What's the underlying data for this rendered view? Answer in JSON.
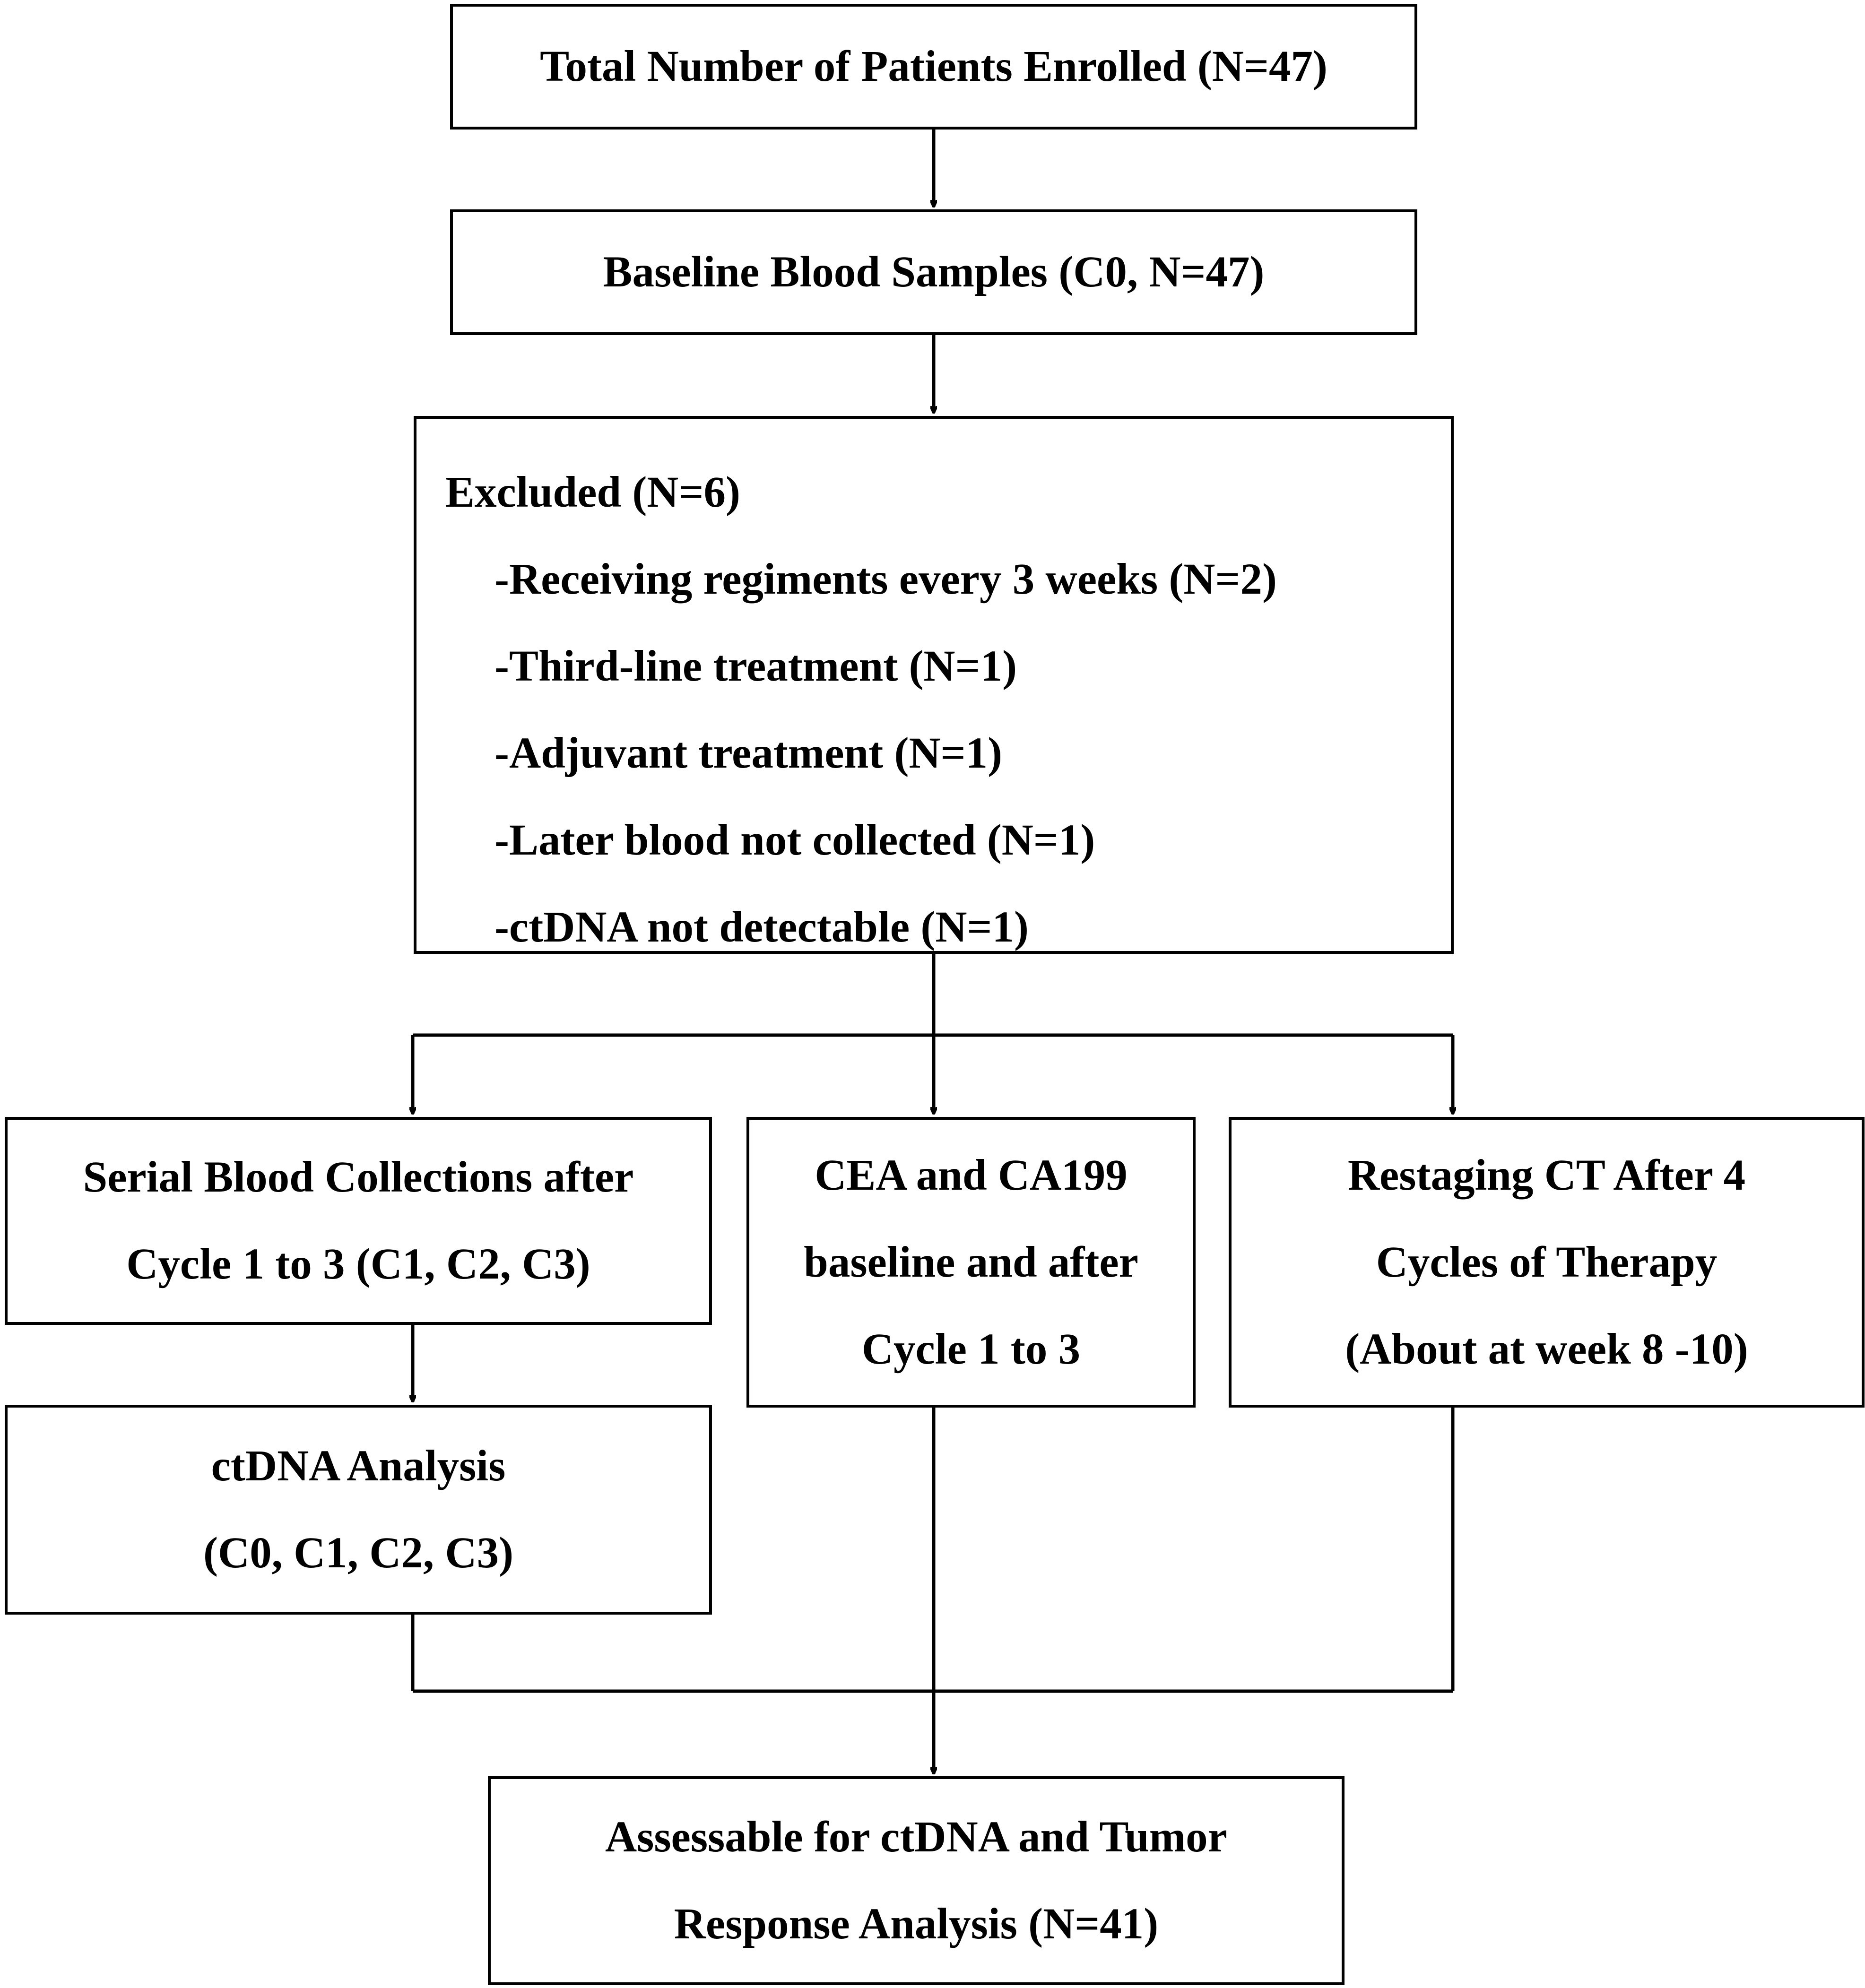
{
  "diagram": {
    "enrolled": {
      "text": "Total Number of Patients Enrolled (N=47)"
    },
    "baseline": {
      "text": "Baseline Blood Samples (C0, N=47)"
    },
    "excluded": {
      "title": "Excluded (N=6)",
      "reasons": [
        "-Receiving regiments every 3 weeks (N=2)",
        "-Third-line treatment (N=1)",
        "-Adjuvant treatment (N=1)",
        "-Later blood not collected (N=1)",
        "-ctDNA not detectable (N=1)"
      ]
    },
    "serial": {
      "lines": [
        "Serial Blood Collections after",
        "Cycle 1 to 3 (C1, C2, C3)"
      ]
    },
    "markers": {
      "lines": [
        "CEA and CA199",
        "baseline and after",
        "Cycle 1 to 3"
      ]
    },
    "restaging": {
      "lines": [
        "Restaging CT After 4",
        "Cycles of Therapy",
        "(About at week 8 -10)"
      ]
    },
    "ctdna": {
      "lines": [
        "ctDNA Analysis",
        "(C0, C1, C2, C3)"
      ]
    },
    "assessable": {
      "lines": [
        "Assessable for ctDNA and Tumor",
        "Response Analysis (N=41)"
      ]
    }
  }
}
